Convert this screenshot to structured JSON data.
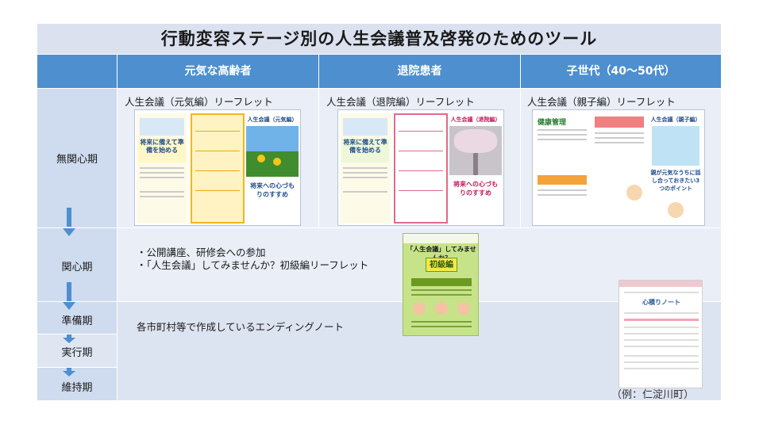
{
  "title": "行動変容ステージ別の人生会議普及啓発のためのツール",
  "columns": [
    "元気な高齢者",
    "退院患者",
    "子世代（40～50代）"
  ],
  "stages": {
    "mukanshin": "無関心期",
    "kanshin": "関心期",
    "junbi": "準備期",
    "jikko": "実行期",
    "iji": "維持期"
  },
  "leaflets": [
    {
      "caption": "人生会議（元気編）リーフレット",
      "panel_title": "人生会議（元気編）",
      "tagline": "将来への心づもりのすすめ",
      "left_head": "将来に備えて準備を始める"
    },
    {
      "caption": "人生会議（退院編）リーフレット",
      "panel_title": "人生会議（退院編）",
      "tagline": "将来への心づもりのすすめ",
      "left_head": "将来に備えて準備を始める"
    },
    {
      "caption": "人生会議（親子編）リーフレット",
      "panel_title": "人生会議（親子編）",
      "tagline": "親が元気なうちに話し合っておきたい3つのポイント",
      "left_head": "健康管理"
    }
  ],
  "kanshin_items": [
    "・公開講座、研修会への参加",
    "・「人生会議」してみませんか？初級編リーフレット"
  ],
  "beginner_leaflet": {
    "title": "「人生会議」してみませんか？",
    "badge": "初級編"
  },
  "junbi_text": "各市町村等で作成しているエンディングノート",
  "ending_note": {
    "title": "心積りノート",
    "example": "（例：仁淀川町）"
  },
  "colors": {
    "header_blue": "#4d8fcf",
    "title_bg": "#dbe1ef",
    "stage_bg": "#cfdbee",
    "row_bg": "#e9eef7",
    "leaf_green": "#8dc63f"
  }
}
